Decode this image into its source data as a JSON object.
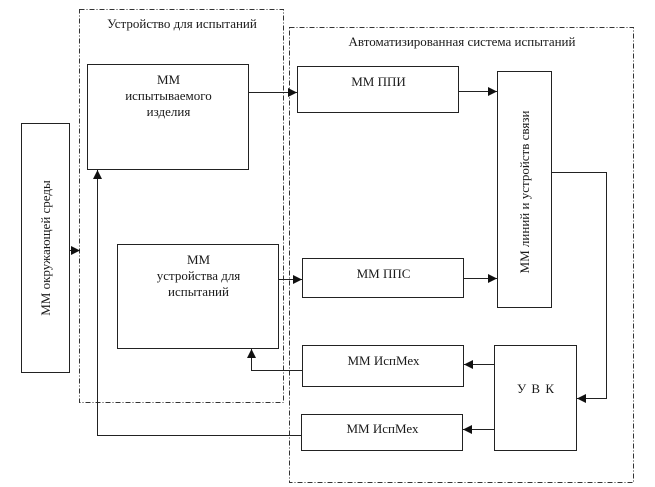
{
  "diagram": {
    "groups": {
      "test_device": {
        "title": "Устройство для испытаний"
      },
      "automated_system": {
        "title": "Автоматизированная система испытаний"
      }
    },
    "blocks": {
      "environment": {
        "line1": "ММ   окружающей среды"
      },
      "tested_item": {
        "line1": "ММ",
        "line2": "испытываемого",
        "line3": "изделия"
      },
      "ppi": {
        "line1": "ММ   ППИ"
      },
      "comm_lines": {
        "line1": "ММ линий и устройств связи"
      },
      "test_device_model": {
        "line1": "ММ",
        "line2": "устройства для",
        "line3": "испытаний"
      },
      "pps": {
        "line1": "ММ   ППС"
      },
      "ispmeh_1": {
        "line1": "ММ   ИспМех"
      },
      "uvk": {
        "line1": "У В К"
      },
      "ispmeh_2": {
        "line1": "ММ   ИспМех"
      }
    },
    "connections": [
      {
        "from": "environment",
        "to": "test_device"
      },
      {
        "from": "tested_item",
        "to": "ppi"
      },
      {
        "from": "ppi",
        "to": "comm_lines"
      },
      {
        "from": "test_device_model",
        "to": "pps"
      },
      {
        "from": "pps",
        "to": "comm_lines"
      },
      {
        "from": "comm_lines",
        "to": "uvk"
      },
      {
        "from": "uvk",
        "to": "ispmeh_1"
      },
      {
        "from": "uvk",
        "to": "ispmeh_2"
      },
      {
        "from": "ispmeh_1",
        "to": "test_device_model"
      },
      {
        "from": "ispmeh_2",
        "to": "tested_item"
      }
    ],
    "colors": {
      "line": "#1a1a1a",
      "background": "#ffffff"
    }
  }
}
